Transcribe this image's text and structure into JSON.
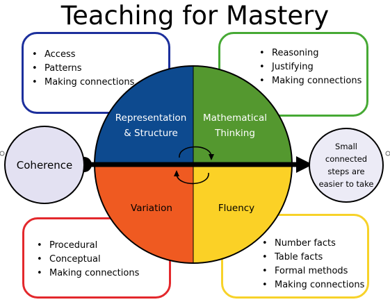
{
  "title": "Teaching for Mastery",
  "colors": {
    "representation": "#0d4a8f",
    "thinking": "#54982f",
    "variation": "#ef5a21",
    "fluency": "#fbd126",
    "coherence_fill": "#e3e1f2",
    "blue_box": "#1c2f9c",
    "green_box": "#46a934",
    "red_box": "#e3282c",
    "yellow_box": "#f7d229"
  },
  "boxes": {
    "top_left": {
      "items": [
        "Access",
        "Patterns",
        "Making connections"
      ]
    },
    "top_right": {
      "items": [
        "Reasoning",
        "Justifying",
        "Making connections"
      ]
    },
    "bottom_left": {
      "items": [
        "Procedural",
        "Conceptual",
        "Making connections"
      ]
    },
    "bottom_right": {
      "items": [
        "Number facts",
        "Table facts",
        "Formal methods",
        "Making connections"
      ]
    }
  },
  "quadrants": {
    "top_left": {
      "line1": "Representation",
      "line2": "& Structure"
    },
    "top_right": {
      "line1": "Mathematical",
      "line2": "Thinking"
    },
    "bottom_left": {
      "label": "Variation"
    },
    "bottom_right": {
      "label": "Fluency"
    }
  },
  "coherence": {
    "label": "Coherence"
  },
  "small_steps": {
    "lines": [
      "Small",
      "connected",
      "steps are",
      "easier to take"
    ]
  }
}
